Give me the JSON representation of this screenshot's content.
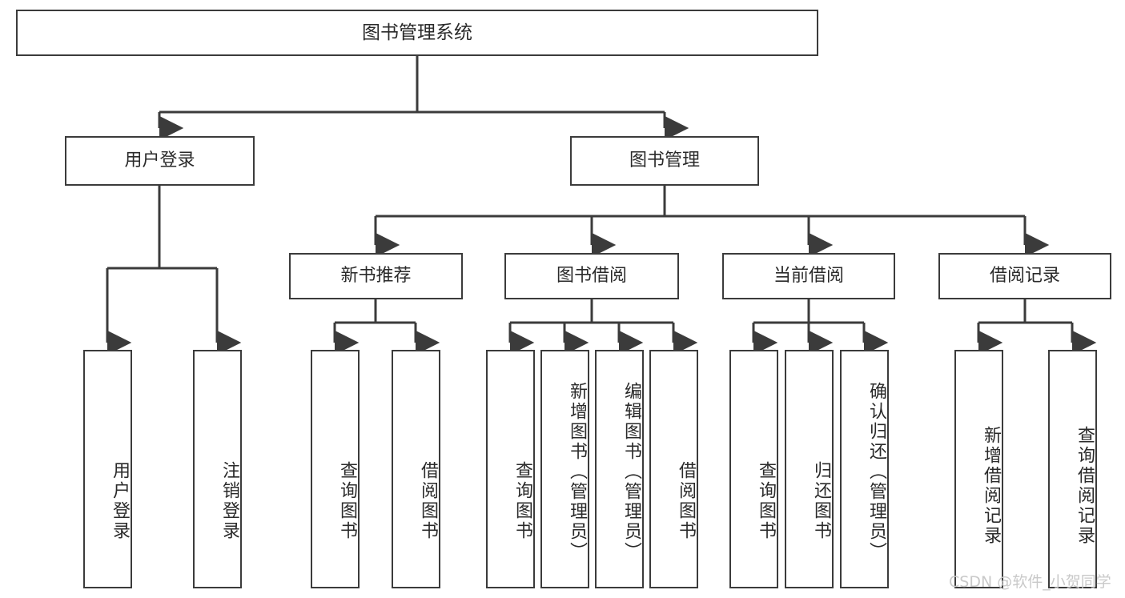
{
  "diagram": {
    "type": "tree-hierarchy",
    "title": "图书管理系统",
    "watermark": "CSDN @软件_小贺同学",
    "colors": {
      "stroke": "#3b3b3b",
      "background": "#ffffff",
      "text": "#2a2a2a",
      "watermark": "#c9c9c9"
    },
    "nodes": {
      "root": {
        "label": "图书管理系统"
      },
      "level2": [
        {
          "id": "user-login",
          "label": "用户登录"
        },
        {
          "id": "book-manage",
          "label": "图书管理"
        }
      ],
      "level3": [
        {
          "id": "new-book-recommend",
          "label": "新书推荐"
        },
        {
          "id": "book-borrow",
          "label": "图书借阅"
        },
        {
          "id": "current-borrow",
          "label": "当前借阅"
        },
        {
          "id": "borrow-record",
          "label": "借阅记录"
        }
      ],
      "leaves": {
        "user_login": [
          {
            "id": "leaf-user-login",
            "label": "用户登录"
          },
          {
            "id": "leaf-logout",
            "label": "注销登录"
          }
        ],
        "new_book_recommend": [
          {
            "id": "leaf-query-book-1",
            "label": "查询图书"
          },
          {
            "id": "leaf-borrow-book-1",
            "label": "借阅图书"
          }
        ],
        "book_borrow": [
          {
            "id": "leaf-query-book-2",
            "label": "查询图书"
          },
          {
            "id": "leaf-add-book",
            "label": "新增图书（管理员）"
          },
          {
            "id": "leaf-edit-book",
            "label": "编辑图书（管理员）"
          },
          {
            "id": "leaf-borrow-book-2",
            "label": "借阅图书"
          }
        ],
        "current_borrow": [
          {
            "id": "leaf-query-book-3",
            "label": "查询图书"
          },
          {
            "id": "leaf-return-book",
            "label": "归还图书"
          },
          {
            "id": "leaf-confirm-return",
            "label": "确认归还（管理员）"
          }
        ],
        "borrow_record": [
          {
            "id": "leaf-add-record",
            "label": "新增借阅记录"
          },
          {
            "id": "leaf-query-record",
            "label": "查询借阅记录"
          }
        ]
      }
    }
  }
}
